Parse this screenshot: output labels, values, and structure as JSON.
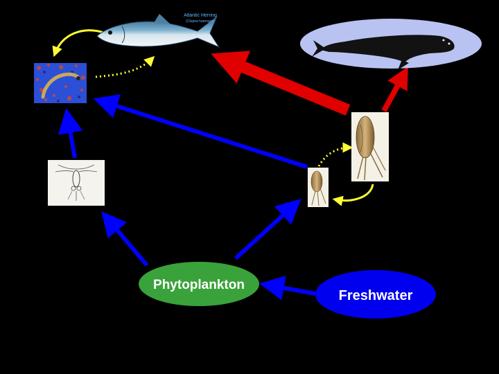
{
  "nodes": {
    "herring": {
      "title": "Atlantic Herring",
      "subtitle": "(Clupea harengus)"
    },
    "phytoplankton": {
      "label": "Phytoplankton"
    },
    "freshwater": {
      "label": "Freshwater"
    }
  },
  "colors": {
    "background": "#000000",
    "flow_blue": "#0000ff",
    "flow_red": "#e00000",
    "flow_yellow": "#ffff33",
    "phytoplankton_fill": "#3aa23a",
    "freshwater_fill": "#0000ee",
    "whale_halo": "#b9c3f2"
  },
  "icons": [
    "herring-fish",
    "right-whale",
    "larval-fish",
    "nauplius-larva",
    "small-copepod",
    "large-copepod"
  ]
}
